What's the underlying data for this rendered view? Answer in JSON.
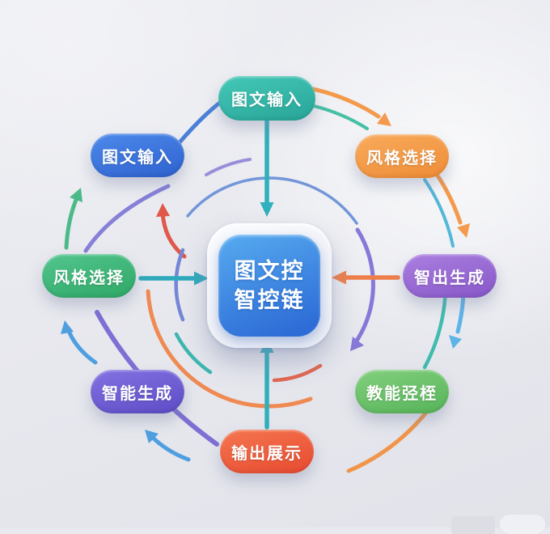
{
  "diagram": {
    "center": {
      "line1": "图文控",
      "line2": "智控链"
    },
    "nodes": [
      {
        "id": "top",
        "label": "图文输入",
        "color": "#2fb5a8"
      },
      {
        "id": "top-left",
        "label": "图文输入",
        "color": "#3e79e0"
      },
      {
        "id": "top-right",
        "label": "风格选择",
        "color": "#f69e4b"
      },
      {
        "id": "left",
        "label": "风格选择",
        "color": "#3eb87b"
      },
      {
        "id": "right",
        "label": "智出生成",
        "color": "#9b6fd6"
      },
      {
        "id": "bottom-left",
        "label": "智能生成",
        "color": "#6f60d6"
      },
      {
        "id": "bottom-right",
        "label": "教能弪桎",
        "color": "#69c36b"
      },
      {
        "id": "bottom",
        "label": "输出展示",
        "color": "#ef5b40"
      }
    ],
    "arrow_colors": {
      "teal_straight": "#2eb0bd",
      "orange_straight": "#ef7f4a",
      "orange_arc": "#f39a4c",
      "blue_outer_arc": "#4a80d8",
      "green_arrow": "#4cba88",
      "light_blue_arrow": "#4f9fe0",
      "red_arrow": "#df584a",
      "purple_arc": "#7d6fd4",
      "cyan_arc": "#55b7d8",
      "inner_blue_arc": "#7396d8"
    }
  }
}
